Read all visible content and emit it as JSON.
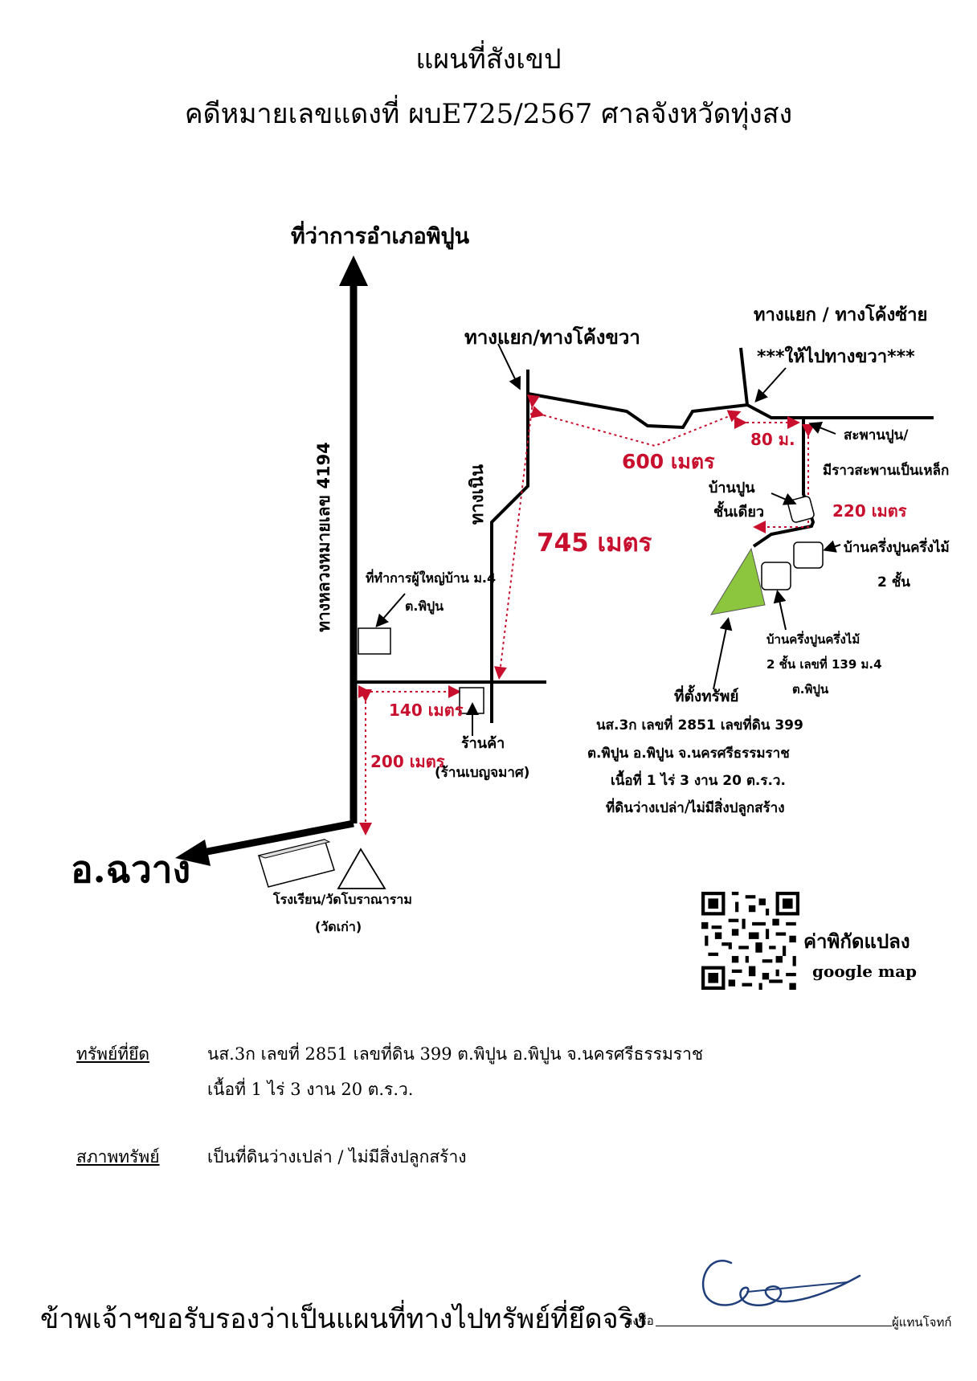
{
  "header": {
    "title": "แผนที่สังเขป",
    "subtitle": "คดีหมายเลขแดงที่ ผบE725/2567  ศาลจังหวัดทุ่งสง"
  },
  "map": {
    "north_label": "ที่ว่าการอำเภอพิปูน",
    "highway_label": "ทางหลวงหมายเลข 4194",
    "west_label": "อ.ฉวาง",
    "junction_right": "ทางแยก/ทางโค้งขวา",
    "junction_left_line1": "ทางแยก / ทางโค้งซ้าย",
    "junction_left_line2": "***ให้ไปทางขวา***",
    "uphill_label": "ทางเนิน",
    "dist_600": "600 เมตร",
    "dist_80": "80 ม.",
    "dist_745": "745 เมตร",
    "dist_220": "220 เมตร",
    "dist_140": "140 เมตร",
    "dist_200": "200 เมตร",
    "bridge_line1": "สะพานปูน/",
    "bridge_line2": "มีราวสะพานเป็นเหล็ก",
    "house1_line1": "บ้านปูน",
    "house1_line2": "ชั้นเดียว",
    "house2_line1": "บ้านครึ่งปูนครึ่งไม้",
    "house2_line2": "2 ชั้น",
    "house3_line1": "บ้านครึ่งปูนครึ่งไม้",
    "house3_line2": "2 ชั้น เลขที่ 139 ม.4",
    "house3_line3": "ต.พิปูน",
    "headman_line1": "ที่ทำการผู้ใหญ่บ้าน ม.4",
    "headman_line2": "ต.พิปูน",
    "shop_line1": "ร้านค้า",
    "shop_line2": "(ร้านเบญจมาศ)",
    "school_line1": "โรงเรียน/วัดโบราณาราม",
    "school_line2": "(วัดเก่า)",
    "property_line1": "ที่ตั้งทรัพย์",
    "property_line2": "นส.3ก เลขที่  2851   เลขที่ดิน 399",
    "property_line3": "ต.พิปูน  อ.พิปูน  จ.นครศรีธรรมราช",
    "property_line4": "เนื้อที่  1 ไร่  3 งาน  20 ต.ร.ว.",
    "property_line5": "ที่ดินว่างเปล่า/ไม่มีสิ่งปลูกสร้าง",
    "qr_label1": "ค่าพิกัดแปลง",
    "qr_label2": "google map",
    "road_color": "#000000",
    "distance_color": "#c8102e",
    "property_color": "#8cc63f"
  },
  "details": {
    "asset_heading": "ทรัพย์ที่ยึด",
    "asset_line1": "นส.3ก เลขที่  2851   เลขที่ดิน 399   ต.พิปูน   อ.พิปูน   จ.นครศรีธรรมราช",
    "asset_line2": "เนื้อที่   1 ไร่    3 งาน    20 ต.ร.ว.",
    "condition_heading": "สภาพทรัพย์",
    "condition_value": "เป็นที่ดินว่างเปล่า / ไม่มีสิ่งปลูกสร้าง"
  },
  "footer": {
    "certify": "ข้าพเจ้าฯขอรับรองว่าเป็นแผนที่ทางไปทรัพย์ที่ยึดจริง",
    "sign_label": "ลงชื่อ",
    "role": "ผู้แทนโจทก์"
  }
}
